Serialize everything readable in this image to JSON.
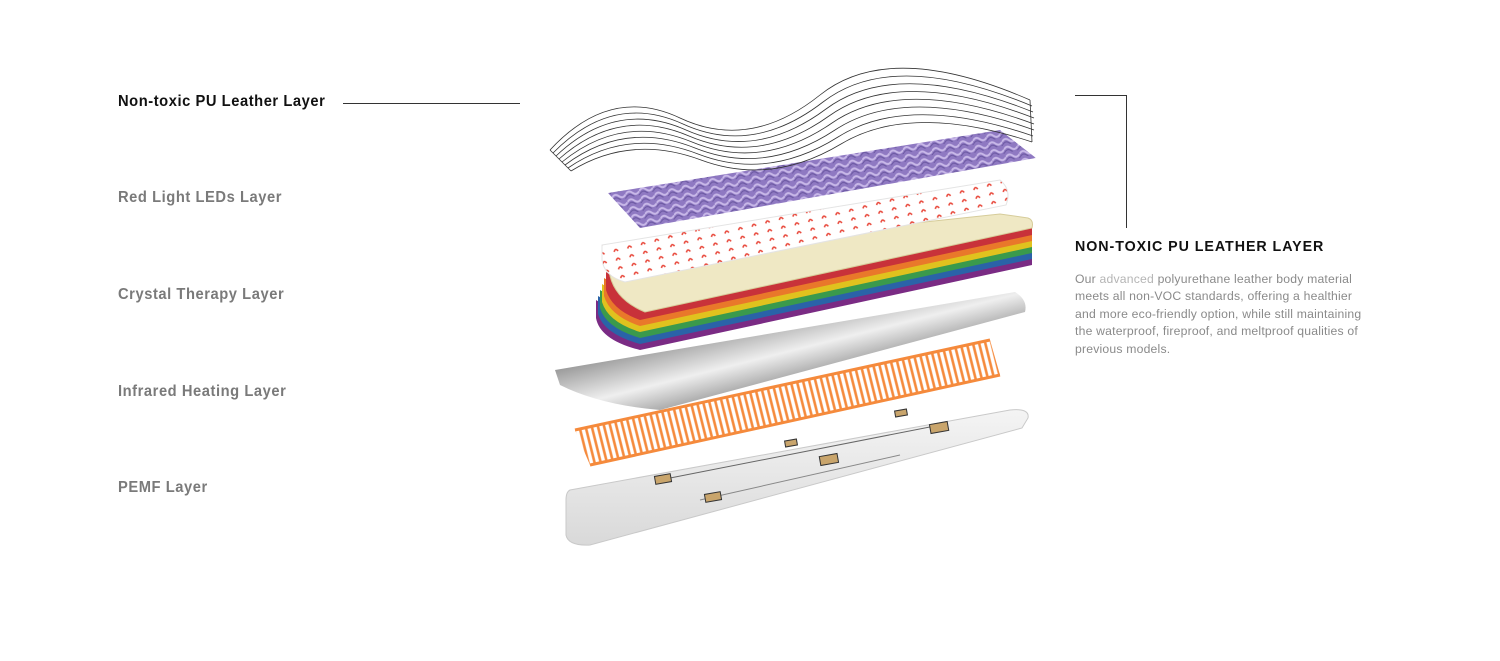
{
  "layers": [
    {
      "label": "Non-toxic PU Leather Layer",
      "active": true
    },
    {
      "label": "Red Light LEDs Layer",
      "active": false
    },
    {
      "label": "Crystal Therapy Layer",
      "active": false
    },
    {
      "label": "Infrared Heating Layer",
      "active": false
    },
    {
      "label": "PEMF Layer",
      "active": false
    }
  ],
  "detail": {
    "title": "NON-TOXIC PU LEATHER LAYER",
    "description_highlight_prefix": "Our ",
    "description_highlight": "advanced",
    "description_rest": " polyurethane leather body material meets all non-VOC standards, offering a healthier and more eco-friendly option, while still maintaining the waterproof, fireproof, and meltproof qualities of previous models."
  },
  "colors": {
    "active_text": "#111111",
    "inactive_text": "#7a7a7a",
    "body_text": "#8a8a8a",
    "leather": "#efe8c4",
    "heating": "#f58a3c",
    "led": "#e8473a",
    "crystal": "#8a6ac0"
  }
}
